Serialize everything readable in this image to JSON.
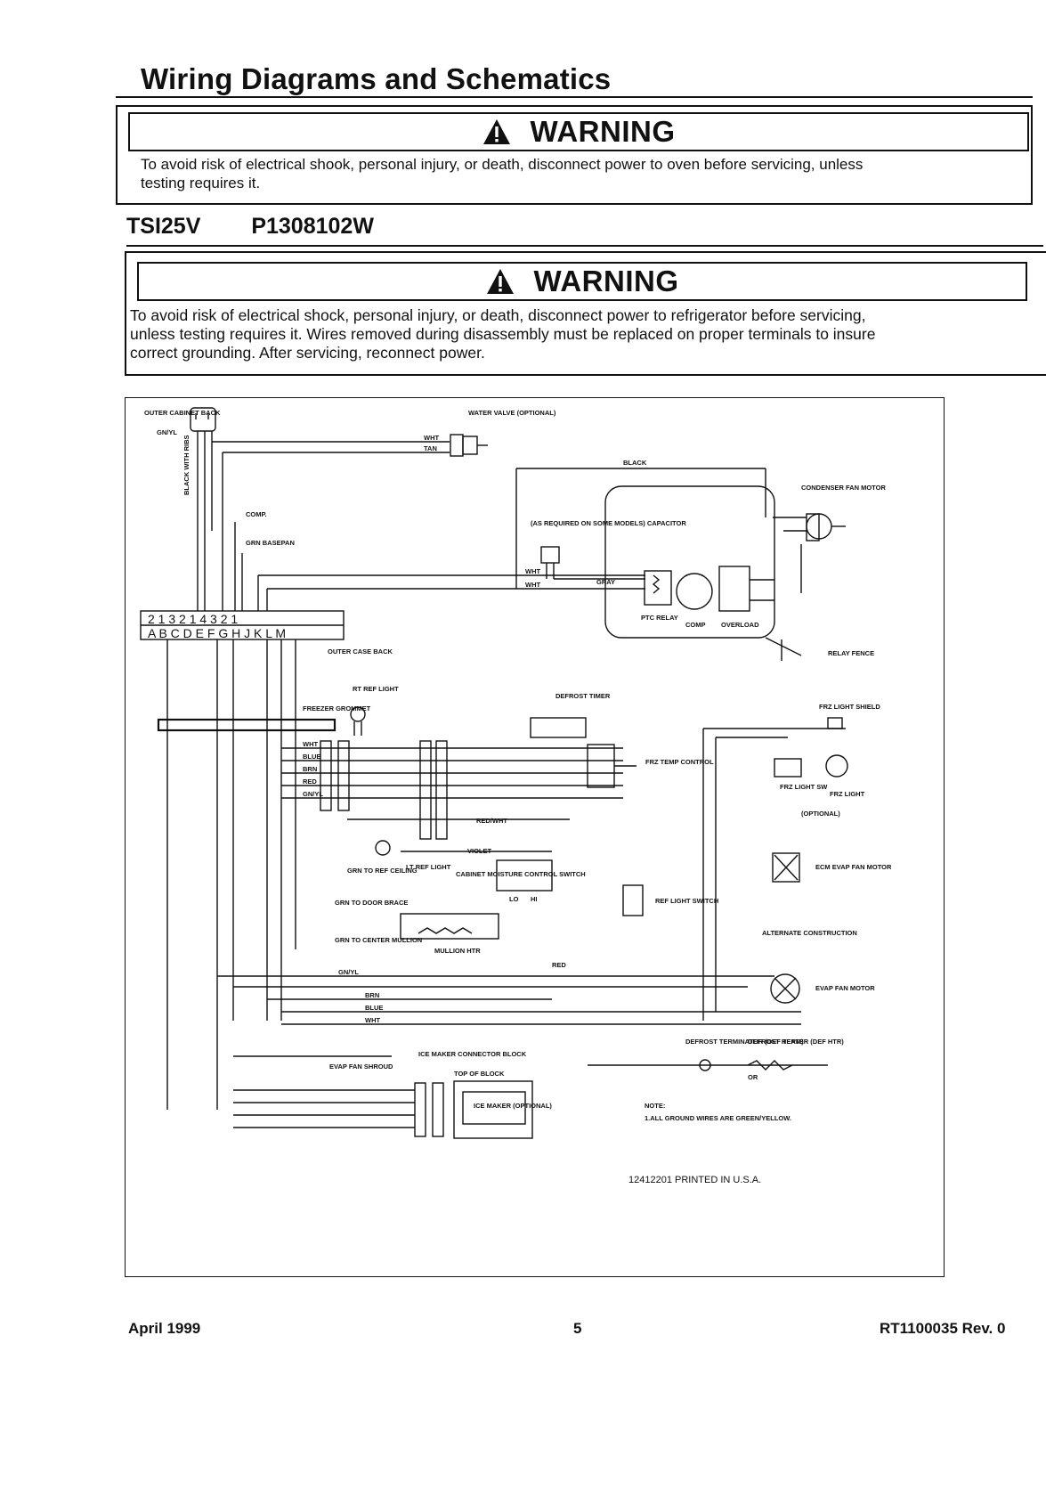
{
  "header": {
    "title": "Wiring Diagrams and Schematics"
  },
  "warning1": {
    "word": "WARNING",
    "text_line1": "To avoid risk of electrical shook, personal injury, or death, disconnect power to oven before servicing, unless",
    "text_line2": "testing requires it."
  },
  "model": {
    "name": "TSI25V",
    "part": "P1308102W"
  },
  "warning2": {
    "word": "WARNING",
    "text_line1": "To avoid risk of electrical shock, personal injury, or death, disconnect power to refrigerator before servicing,",
    "text_line2": "unless testing requires it. Wires removed during disassembly must be replaced on proper terminals to insure",
    "text_line3": "correct grounding. After servicing, reconnect power."
  },
  "schematic": {
    "labels": {
      "outer_cabinet": "OUTER CABINET BACK",
      "gn_yl": "GN/YL",
      "black_with_ribs": "BLACK WITH RIBS",
      "water_valve": "WATER VALVE (OPTIONAL)",
      "wht": "WHT",
      "tan": "TAN",
      "black": "BLACK",
      "condenser_fan_motor": "CONDENSER FAN MOTOR",
      "capacitor": "(AS REQUIRED ON SOME MODELS) CAPACITOR",
      "gray": "GRAY",
      "comp": "COMP.",
      "grn_basepan": "GRN BASEPAN",
      "ptc_relay": "PTC RELAY",
      "comp2": "COMP",
      "overload": "OVERLOAD",
      "relay_fence": "RELAY FENCE",
      "outer_case_back": "OUTER CASE BACK",
      "terminal_top": "2 1 3 2 1 4 3 2 1",
      "terminal_bottom": "A B C D E F G H J K L M",
      "freezer_grommet": "FREEZER GROMMET",
      "rt_ref_light": "RT REF LIGHT",
      "defrost_timer": "DEFROST TIMER",
      "frz_light_shield": "FRZ LIGHT SHIELD",
      "frz_temp_control": "FRZ TEMP CONTROL",
      "frz_light_sw": "FRZ LIGHT SW",
      "frz_light": "FRZ LIGHT",
      "optional": "(OPTIONAL)",
      "blue": "BLUE",
      "brn": "BRN",
      "red": "RED",
      "red_wht": "RED/WHT",
      "violet": "VIOLET",
      "grn_to_ref_ceiling": "GRN TO REF CEILING",
      "lt_ref_light": "LT REF LIGHT",
      "cabinet_moisture_control_switch": "CABINET MOISTURE CONTROL SWITCH",
      "lo": "LO",
      "hi": "HI",
      "ref_light_switch": "REF LIGHT SWITCH",
      "ecm_evap_fan_motor": "ECM EVAP FAN MOTOR",
      "alternate_construction": "ALTERNATE CONSTRUCTION",
      "grn_to_door_brace": "GRN TO DOOR BRACE",
      "mullion_htr": "MULLION HTR",
      "grn_to_center_mullion": "GRN TO CENTER MULLION",
      "evap_fan_motor": "EVAP FAN MOTOR",
      "defrost_terminator": "DEFROST TERMINATOR (DEF TERM)",
      "defrost_heater": "DEFROST HEATER (DEF HTR)",
      "or": "OR",
      "evap_fan_shroud": "EVAP FAN SHROUD",
      "ice_maker_connector_block": "ICE MAKER CONNECTOR BLOCK",
      "top_of_block": "TOP OF BLOCK",
      "ice_maker": "ICE MAKER (OPTIONAL)",
      "note": "NOTE:",
      "note_text": "1.ALL GROUND WIRES ARE GREEN/YELLOW.",
      "printed": "12412201 PRINTED IN U.S.A."
    }
  },
  "footer": {
    "date": "April 1999",
    "page": "5",
    "doc": "RT1100035  Rev. 0"
  }
}
